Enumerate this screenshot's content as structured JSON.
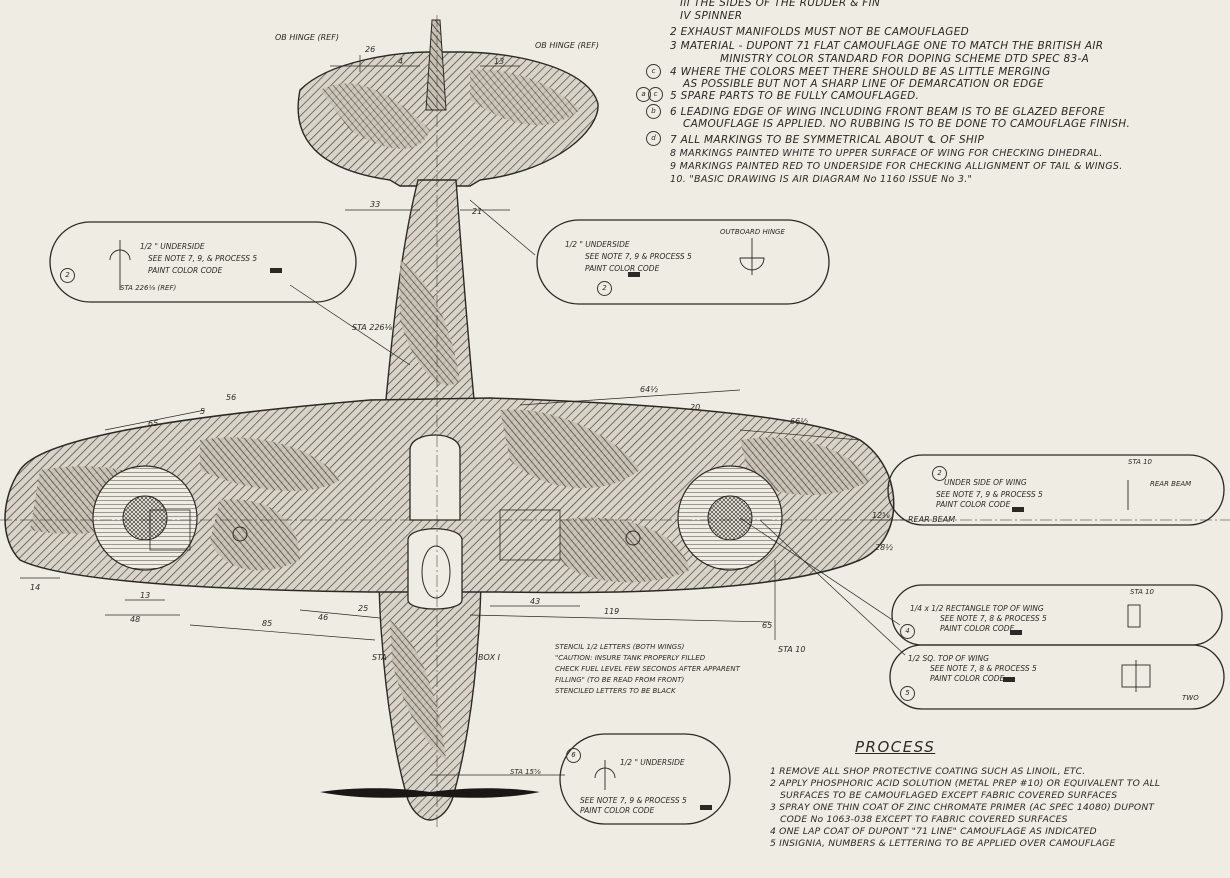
{
  "notes": {
    "line_a": "III THE SIDES OF THE RUDDER & FIN",
    "line_b": "IV SPINNER",
    "n2": "2 EXHAUST MANIFOLDS MUST NOT BE CAMOUFLAGED",
    "n3a": "3 MATERIAL - DUPONT 71 FLAT CAMOUFLAGE ONE TO MATCH THE BRITISH AIR",
    "n3b": "MINISTRY COLOR STANDARD FOR DOPING SCHEME DTD SPEC 83-A",
    "n4a": "4 WHERE THE COLORS MEET THERE SHOULD BE AS LITTLE MERGING",
    "n4b": "AS POSSIBLE BUT NOT A SHARP LINE OF DEMARCATION OR EDGE",
    "n5": "5 SPARE PARTS TO BE FULLY CAMOUFLAGED.",
    "n6a": "6 LEADING EDGE OF WING INCLUDING FRONT BEAM IS TO BE GLAZED BEFORE",
    "n6b": "CAMOUFLAGE IS APPLIED. NO RUBBING IS TO BE DONE TO CAMOUFLAGE FINISH.",
    "n7": "7 ALL MARKINGS TO BE SYMMETRICAL ABOUT ℄ OF SHIP",
    "n8": "8 MARKINGS PAINTED WHITE TO UPPER SURFACE OF WING FOR CHECKING DIHEDRAL.",
    "n9": "9 MARKINGS PAINTED RED TO UNDERSIDE FOR CHECKING ALLIGNMENT OF TAIL & WINGS.",
    "n10": "10. \"BASIC DRAWING IS AIR DIAGRAM No 1160 ISSUE No 3.\""
  },
  "process": {
    "title": "PROCESS",
    "s1": "1 REMOVE ALL SHOP PROTECTIVE COATING SUCH AS LINOIL, ETC.",
    "s2a": "2 APPLY PHOSPHORIC ACID SOLUTION (METAL PREP #10) OR EQUIVALENT TO ALL",
    "s2b": "SURFACES TO BE CAMOUFLAGED EXCEPT FABRIC COVERED SURFACES",
    "s3a": "3 SPRAY ONE THIN COAT OF ZINC CHROMATE PRIMER (AC SPEC 14080) DUPONT",
    "s3b": "CODE No 1063-038 EXCEPT TO FABRIC COVERED SURFACES",
    "s4": "4 ONE LAP COAT OF DUPONT \"71 LINE\" CAMOUFLAGE AS INDICATED",
    "s5": "5 INSIGNIA, NUMBERS & LETTERING TO BE APPLIED OVER CAMOUFLAGE"
  },
  "callouts": {
    "c1": {
      "circle": "2",
      "l1": "1/2 \" UNDERSIDE",
      "l2": "SEE NOTE 7, 9, & PROCESS 5",
      "l3": "PAINT COLOR CODE",
      "extra": "STA 226⅛ (REF)"
    },
    "c2": {
      "circle": "2",
      "l1": "1/2 \" UNDERSIDE",
      "l2": "SEE NOTE 7, 9 & PROCESS 5",
      "l3": "PAINT COLOR CODE",
      "extra": "OUTBOARD HINGE"
    },
    "c3": {
      "circle": "2",
      "l1": "UNDER SIDE OF WING",
      "l2": "SEE NOTE 7, 9 & PROCESS 5",
      "l3": "PAINT COLOR CODE",
      "extra": "STA 10",
      "extra2": "REAR BEAM"
    },
    "c4": {
      "circle": "4",
      "l1": "1/4 x 1/2 RECTANGLE TOP OF WING",
      "l2": "SEE NOTE 7, 8 & PROCESS 5",
      "l3": "PAINT COLOR CODE",
      "extra": "STA 10"
    },
    "c5": {
      "circle": "5",
      "l1": "1/2 SQ. TOP OF WING",
      "l2": "SEE NOTE 7, 8 & PROCESS 5",
      "l3": "PAINT COLOR CODE",
      "extra": "TWO"
    },
    "c6": {
      "circle": "6",
      "l1": "1/2 \" UNDERSIDE",
      "l2": "SEE NOTE 7, 9 & PROCESS 5",
      "l3": "PAINT COLOR CODE",
      "extra": "STA 15⅝"
    }
  },
  "stencil": {
    "l1": "STENCIL 1/2 LETTERS (BOTH WINGS)",
    "l2": "\"CAUTION: INSURE TANK PROPERLY FILLED",
    "l3": "CHECK FUEL LEVEL FEW SECONDS AFTER APPARENT",
    "l4": "FILLING\" (TO BE READ FROM FRONT)",
    "l5": "STENCILED LETTERS TO BE BLACK"
  },
  "dims": {
    "d26": "26",
    "d4": "4",
    "d13": "13",
    "d33": "33",
    "d21": "21",
    "d65": "65",
    "d5": "5",
    "d56": "56",
    "d64": "64½",
    "d20": "20",
    "d66": "66½",
    "d14": "14",
    "d13b": "13",
    "d48": "48",
    "d85": "85",
    "d25": "25",
    "d46": "46",
    "d43": "43",
    "d119": "119",
    "d65b": "65",
    "d28": "28½",
    "d12": "12⅝",
    "sta22": "STA 226⅛",
    "rear": "REAR BEAM",
    "sta10": "STA 10",
    "sta": "STA",
    "box": "BOX I",
    "ob_hinge_l": "OB HINGE (REF)",
    "ob_hinge_r": "OB HINGE (REF)"
  }
}
